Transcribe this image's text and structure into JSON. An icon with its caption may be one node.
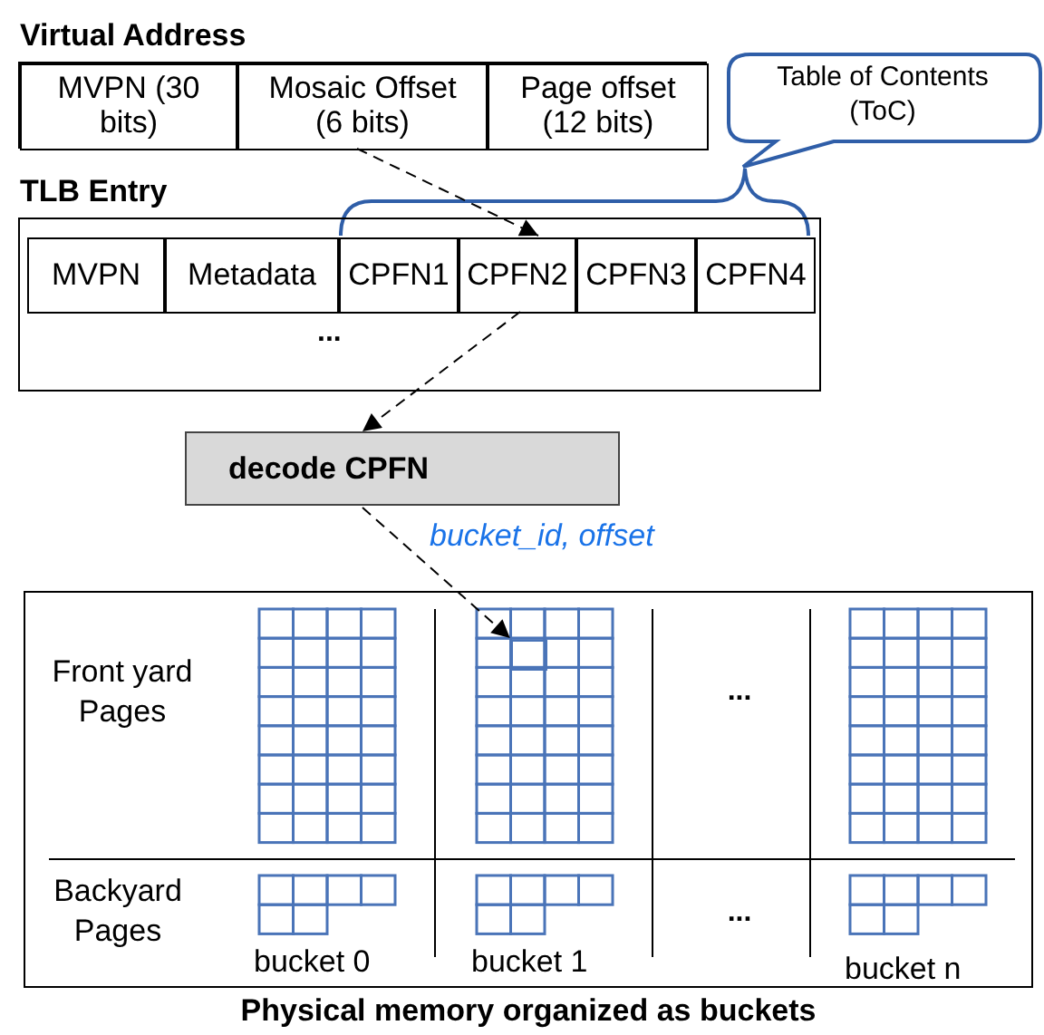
{
  "diagram": {
    "nodes": [
      {
        "text": [
          "Virtual Address"
        ]
      },
      {
        "text": [
          "MVPN (30 bits)"
        ],
        "in": 0
      },
      {
        "text": [
          "Mosaic Offset (6 bits)"
        ],
        "in": 0
      },
      {
        "text": [
          "Page offset (12 bits)"
        ],
        "in": 0
      },
      {
        "text": [
          "Table of Contents (ToC)"
        ]
      },
      {
        "text": [
          "TLB Entry",
          "..."
        ]
      },
      {
        "text": [
          "MVPN"
        ],
        "in": 5
      },
      {
        "text": [
          "Metadata"
        ],
        "in": 5
      },
      {
        "text": [
          "CPFN1"
        ],
        "in": 5
      },
      {
        "text": [
          "CPFN2"
        ],
        "in": 5
      },
      {
        "text": [
          "CPFN3"
        ],
        "in": 5
      },
      {
        "text": [
          "CPFN4"
        ],
        "in": 5
      },
      {
        "text": [
          "decode CPFN"
        ]
      },
      {
        "text": [
          "Physical memory organized as buckets"
        ]
      },
      {
        "text": [],
        "shape": "box",
        "in": 13
      }
    ],
    "edges": [
      {
        "from": 2,
        "to": 9,
        "arrow": "to",
        "style": "dashed"
      },
      {
        "from": 9,
        "to": 12,
        "arrow": "to",
        "style": "dashed"
      },
      {
        "from": 12,
        "to": 14,
        "arrow": "to",
        "style": "dashed",
        "label": "bucket_id, offset"
      }
    ],
    "labels": [
      "Front yard Pages",
      "...",
      "Backyard Pages",
      "...",
      "bucket 0",
      "bucket 1",
      "bucket n"
    ]
  }
}
